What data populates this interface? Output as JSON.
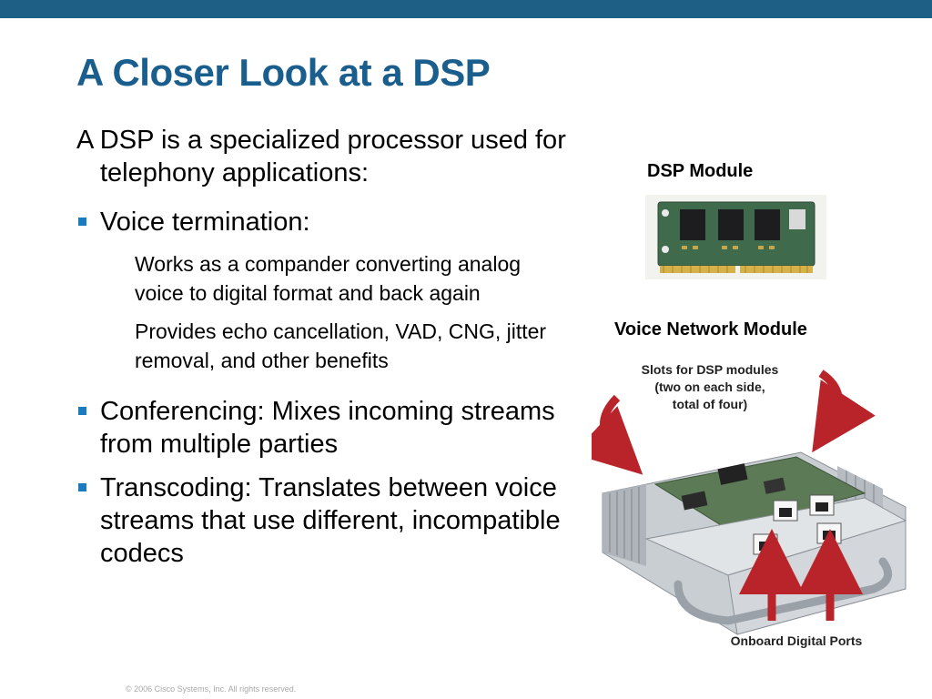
{
  "slide": {
    "title": "A Closer Look at a DSP",
    "lead": "A DSP is a specialized processor used for telephony applications:",
    "bullets": [
      {
        "text": "Voice termination:",
        "subs": [
          "Works as a compander converting analog voice to digital format and back again",
          "Provides echo cancellation, VAD, CNG, jitter removal, and other benefits"
        ]
      },
      {
        "text": "Conferencing: Mixes incoming streams from multiple parties"
      },
      {
        "text": "Transcoding: Translates between voice streams that use different, incompatible codecs"
      }
    ]
  },
  "figures": {
    "dsp_module_caption": "DSP Module",
    "vnm_caption": "Voice Network Module",
    "vnm_callout_top": [
      "Slots for DSP modules",
      "(two on each side,",
      "total of four)"
    ],
    "vnm_callout_bottom": "Onboard Digital Ports"
  },
  "footer": "© 2006 Cisco Systems, Inc. All rights reserved.",
  "colors": {
    "top_bar": "#1e5f86",
    "title": "#1a5e8e",
    "bullet": "#1a7bbf",
    "arrow": "#b8242a"
  }
}
